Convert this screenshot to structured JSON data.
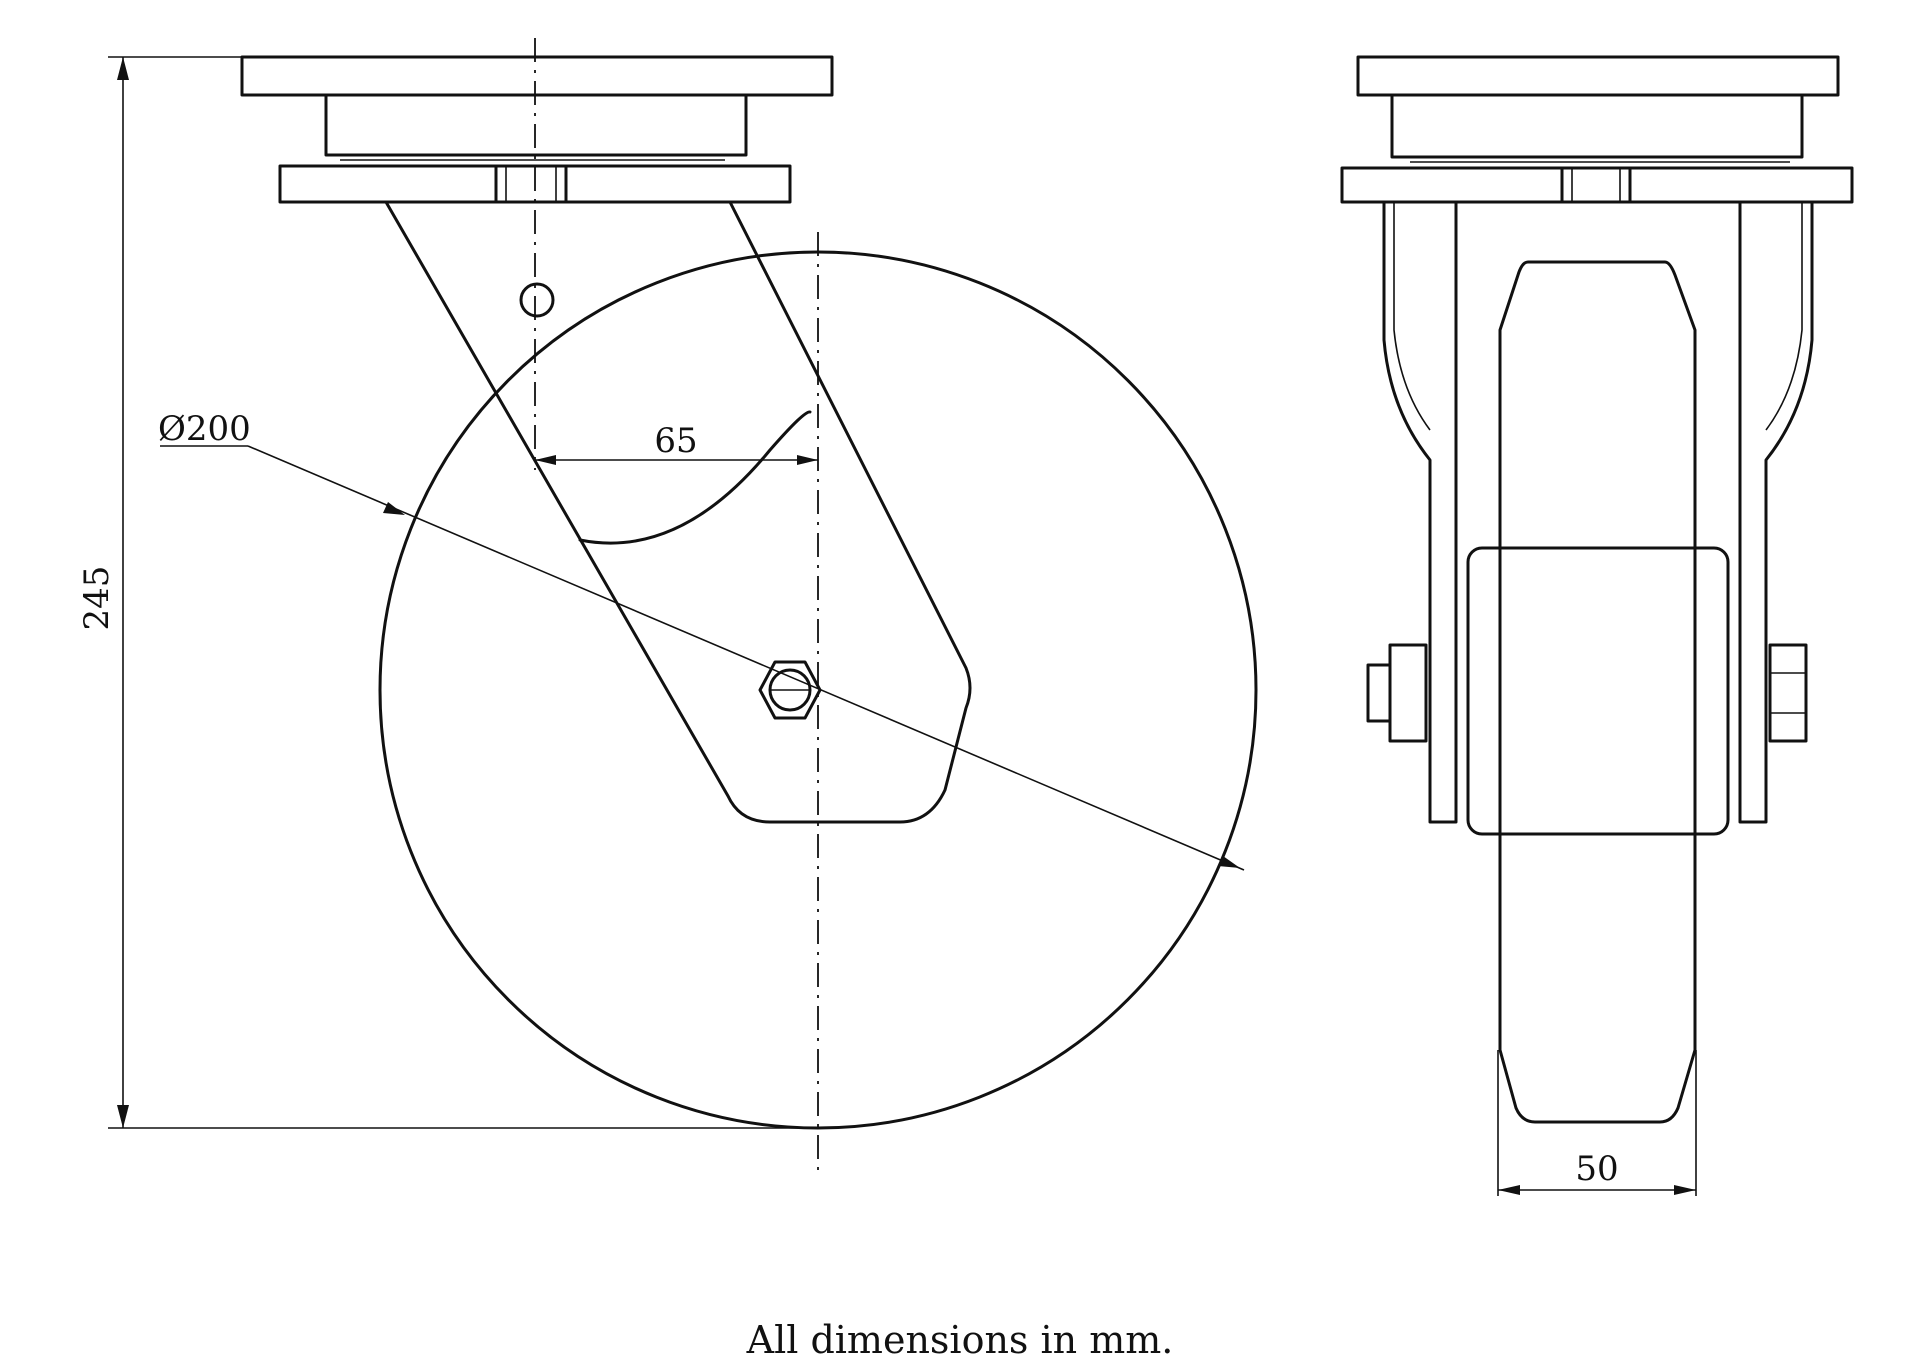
{
  "dimensions": {
    "overall_height": "245",
    "wheel_diameter": "Ø200",
    "swivel_offset": "65",
    "wheel_width": "50"
  },
  "footer": {
    "note": "All dimensions in mm."
  }
}
